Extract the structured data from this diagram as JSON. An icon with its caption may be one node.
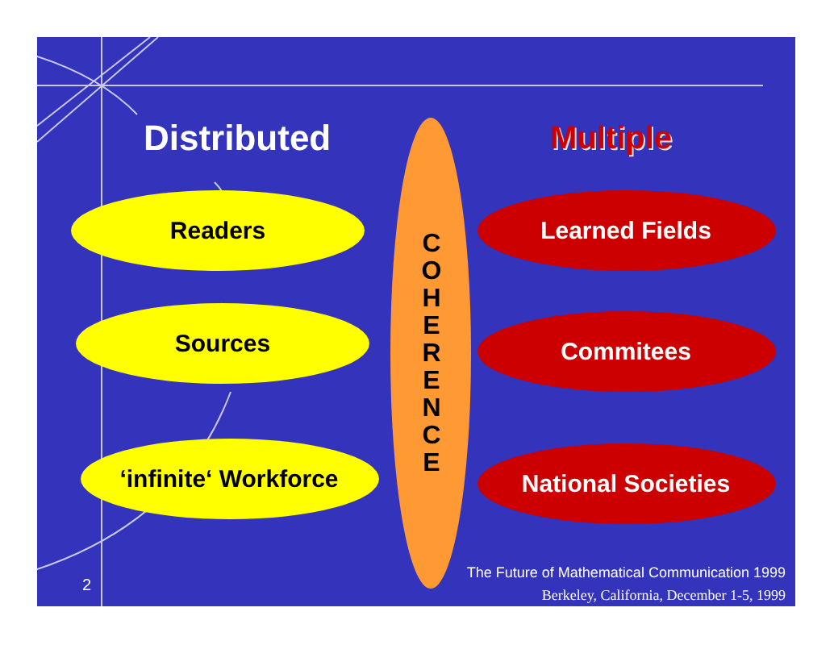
{
  "diagram": {
    "nodes": [
      {
        "text": [
          "Readers"
        ]
      },
      {
        "text": [
          "Sources"
        ]
      },
      {
        "text": [
          "‘infinite‘ Workforce"
        ]
      },
      {
        "text": [
          "COHERENCE"
        ]
      },
      {
        "text": [
          "Learned Fields"
        ]
      },
      {
        "text": [
          "Commitees"
        ]
      },
      {
        "text": [
          "National Societies"
        ]
      }
    ],
    "edges": [],
    "labels": [
      "Distributed",
      "Multiple",
      "2",
      "The Future of Mathematical Communication 1999",
      "Berkeley, California, December 1-5, 1999"
    ]
  }
}
